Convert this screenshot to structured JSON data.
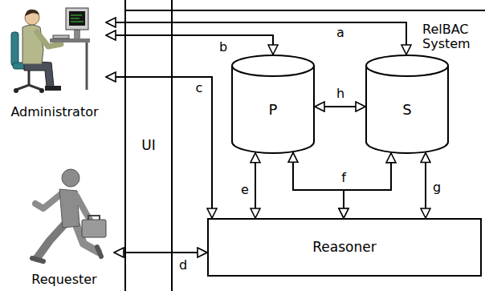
{
  "diagram": {
    "nodes": [
      {
        "text": [
          "Administrator"
        ]
      },
      {
        "text": [
          "RelBAC System"
        ]
      },
      {
        "text": [
          "P"
        ],
        "in": 1
      },
      {
        "text": [
          "S"
        ],
        "in": 1
      },
      {
        "text": [
          "UI"
        ]
      },
      {
        "text": [
          "Reasoner"
        ],
        "in": 1
      },
      {
        "text": [
          "Requester"
        ]
      }
    ],
    "edges": [
      {
        "from": 0,
        "to": 3,
        "label": "a",
        "arrow": "both"
      },
      {
        "from": 0,
        "to": 2,
        "label": "b",
        "arrow": "both"
      },
      {
        "from": 0,
        "to": 5,
        "label": "c",
        "arrow": "both"
      },
      {
        "from": 6,
        "to": 5,
        "label": "d",
        "arrow": "both"
      },
      {
        "from": 2,
        "to": 5,
        "label": "e",
        "arrow": "both"
      },
      {
        "from": 2,
        "to": 5,
        "label": "f",
        "arrow": "both"
      },
      {
        "from": 3,
        "to": 5,
        "arrow": "both"
      },
      {
        "from": 3,
        "to": 5,
        "label": "g",
        "arrow": "both"
      },
      {
        "from": 2,
        "to": 3,
        "label": "h",
        "arrow": "both"
      }
    ]
  }
}
